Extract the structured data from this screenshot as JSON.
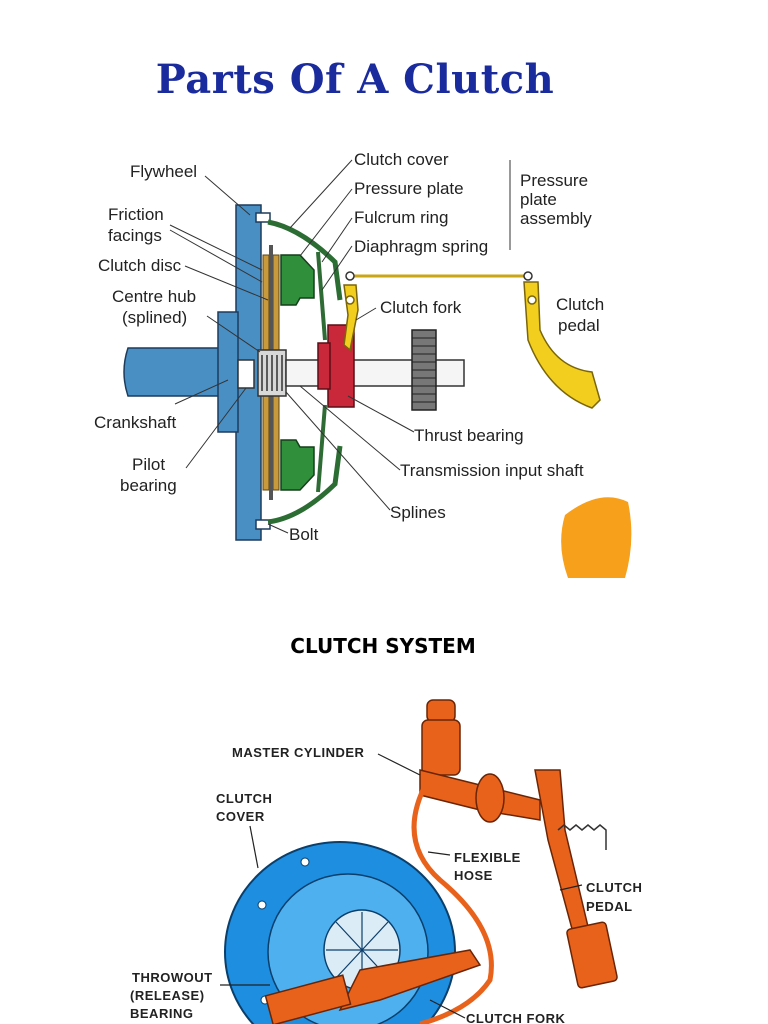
{
  "title": "Parts Of A Clutch",
  "diagram1": {
    "labels": {
      "flywheel": "Flywheel",
      "friction1": "Friction",
      "friction2": "facings",
      "clutch_disc": "Clutch disc",
      "centre_hub1": "Centre hub",
      "centre_hub2": "(splined)",
      "crankshaft": "Crankshaft",
      "pilot1": "Pilot",
      "pilot2": "bearing",
      "clutch_cover": "Clutch cover",
      "pressure_plate": "Pressure plate",
      "fulcrum_ring": "Fulcrum ring",
      "diaphragm_spring": "Diaphragm spring",
      "ppa1": "Pressure",
      "ppa2": "plate",
      "ppa3": "assembly",
      "clutch_fork": "Clutch fork",
      "clutch_pedal1": "Clutch",
      "clutch_pedal2": "pedal",
      "thrust_bearing": "Thrust bearing",
      "transmission_input_shaft": "Transmission input shaft",
      "splines": "Splines",
      "bolt": "Bolt"
    },
    "colors": {
      "flywheel": "#4a8fc4",
      "pressure_plate": "#2f8f3a",
      "thrust_bearing": "#c8283a",
      "pedal": "#f2cf1e",
      "blob": "#f7a01c"
    }
  },
  "section_heading": "CLUTCH SYSTEM",
  "diagram2": {
    "labels": {
      "master_cylinder": "MASTER CYLINDER",
      "clutch_cover1": "CLUTCH",
      "clutch_cover2": "COVER",
      "flexible_hose1": "FLEXIBLE",
      "flexible_hose2": "HOSE",
      "clutch_pedal1": "CLUTCH",
      "clutch_pedal2": "PEDAL",
      "throwout1": "THROWOUT",
      "throwout2": "(RELEASE)",
      "throwout3": "BEARING",
      "clutch_fork": "CLUTCH FORK"
    },
    "colors": {
      "cover": "#1e8ee0",
      "linkage": "#e8621c"
    }
  }
}
